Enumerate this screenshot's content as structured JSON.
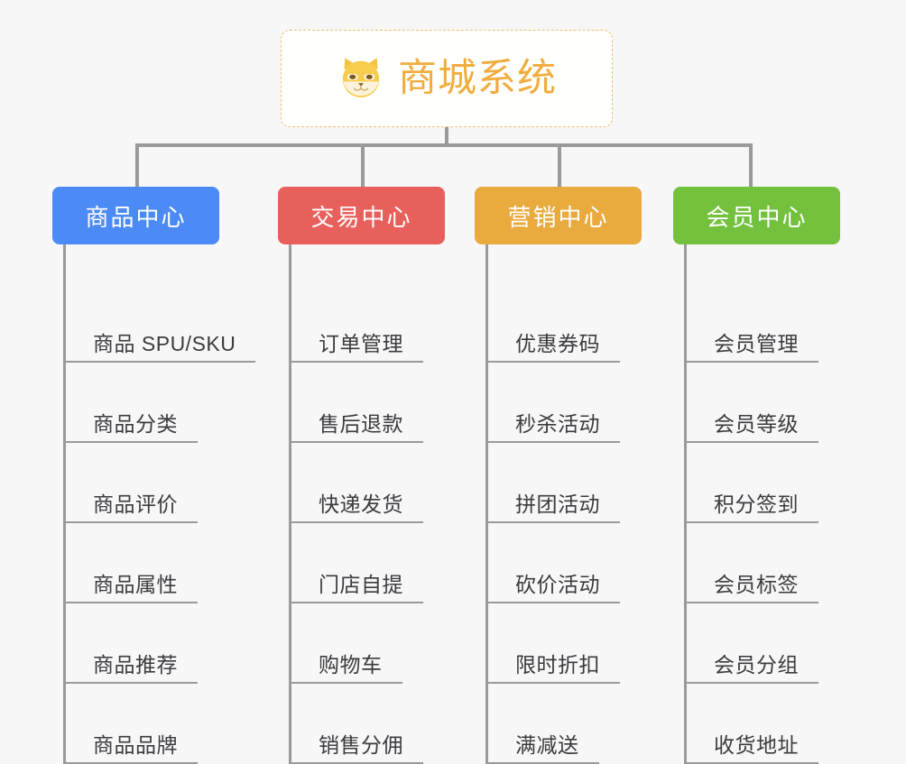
{
  "root": {
    "title": "商城系统",
    "icon": "shiba-dog-icon",
    "color": "#f0ad3e",
    "border_color": "#f0c070"
  },
  "canvas": {
    "background": "#f7f7f7",
    "connector_color": "#9a9a9a"
  },
  "branches": [
    {
      "label": "商品中心",
      "color": "#4c8bf5",
      "items": [
        {
          "label": "商品 SPU/SKU"
        },
        {
          "label": "商品分类"
        },
        {
          "label": "商品评价"
        },
        {
          "label": "商品属性"
        },
        {
          "label": "商品推荐"
        },
        {
          "label": "商品品牌"
        }
      ]
    },
    {
      "label": "交易中心",
      "color": "#e8605c",
      "items": [
        {
          "label": "订单管理"
        },
        {
          "label": "售后退款"
        },
        {
          "label": "快递发货"
        },
        {
          "label": "门店自提"
        },
        {
          "label": "购物车"
        },
        {
          "label": "销售分佣"
        }
      ]
    },
    {
      "label": "营销中心",
      "color": "#e9aa3e",
      "items": [
        {
          "label": "优惠券码"
        },
        {
          "label": "秒杀活动"
        },
        {
          "label": "拼团活动"
        },
        {
          "label": "砍价活动"
        },
        {
          "label": "限时折扣"
        },
        {
          "label": "满减送"
        }
      ]
    },
    {
      "label": "会员中心",
      "color": "#73c13d",
      "items": [
        {
          "label": "会员管理"
        },
        {
          "label": "会员等级"
        },
        {
          "label": "积分签到"
        },
        {
          "label": "会员标签"
        },
        {
          "label": "会员分组"
        },
        {
          "label": "收货地址"
        }
      ]
    }
  ]
}
